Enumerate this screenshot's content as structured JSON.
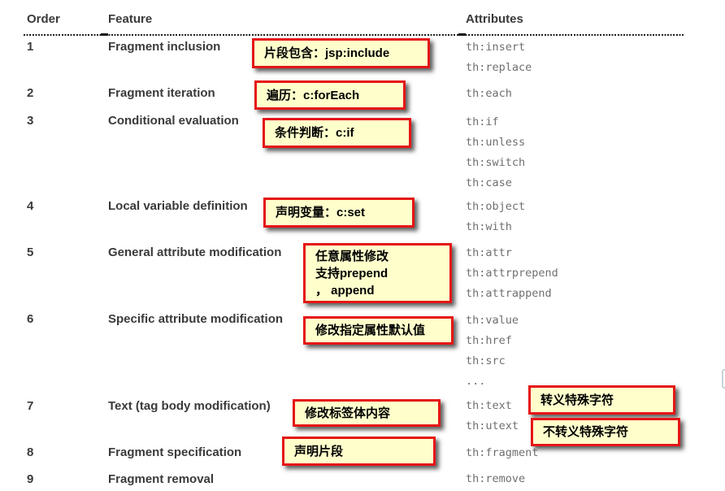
{
  "table": {
    "headers": {
      "order": "Order",
      "feature": "Feature",
      "attributes": "Attributes"
    },
    "rows": [
      {
        "order": "1",
        "feature": "Fragment inclusion",
        "attributes": [
          "th:insert",
          "th:replace"
        ]
      },
      {
        "order": "2",
        "feature": "Fragment iteration",
        "attributes": [
          "th:each"
        ]
      },
      {
        "order": "3",
        "feature": "Conditional evaluation",
        "attributes": [
          "th:if",
          "th:unless",
          "th:switch",
          "th:case"
        ]
      },
      {
        "order": "4",
        "feature": "Local variable definition",
        "attributes": [
          "th:object",
          "th:with"
        ]
      },
      {
        "order": "5",
        "feature": "General attribute modification",
        "attributes": [
          "th:attr",
          "th:attrprepend",
          "th:attrappend"
        ]
      },
      {
        "order": "6",
        "feature": "Specific attribute modification",
        "attributes": [
          "th:value",
          "th:href",
          "th:src",
          "..."
        ]
      },
      {
        "order": "7",
        "feature": "Text (tag body modification)",
        "attributes": [
          "th:text",
          "th:utext"
        ]
      },
      {
        "order": "8",
        "feature": "Fragment specification",
        "attributes": [
          "th:fragment"
        ]
      },
      {
        "order": "9",
        "feature": "Fragment removal",
        "attributes": [
          "th:remove"
        ]
      }
    ]
  },
  "annotations": [
    {
      "id": "row1",
      "lines": [
        "片段包含：jsp:include"
      ]
    },
    {
      "id": "row2",
      "lines": [
        "遍历：c:forEach"
      ]
    },
    {
      "id": "row3",
      "lines": [
        "条件判断：c:if"
      ]
    },
    {
      "id": "row4",
      "lines": [
        "声明变量：c:set"
      ]
    },
    {
      "id": "row5",
      "lines": [
        "任意属性修改",
        "支持prepend",
        "， append"
      ]
    },
    {
      "id": "row6",
      "lines": [
        "修改指定属性默认值"
      ]
    },
    {
      "id": "row7",
      "lines": [
        "修改标签体内容"
      ]
    },
    {
      "id": "row8",
      "lines": [
        "声明片段"
      ]
    },
    {
      "id": "th-text",
      "lines": [
        "转义特殊字符"
      ]
    },
    {
      "id": "th-utext",
      "lines": [
        "不转义特殊字符"
      ]
    }
  ],
  "colors": {
    "text": "#3a3a3a",
    "attribute_text": "#6f6f6f",
    "annotation_background": "#ffffcc",
    "annotation_border": "#e51616"
  }
}
